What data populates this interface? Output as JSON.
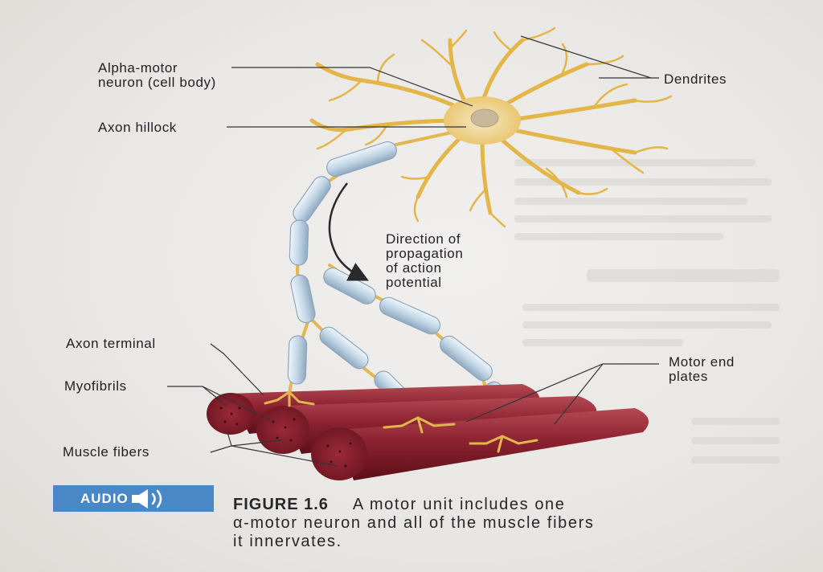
{
  "labels": {
    "alpha_motor_line1": "Alpha-motor",
    "alpha_motor_line2": "neuron (cell body)",
    "axon_hillock": "Axon hillock",
    "dendrites": "Dendrites",
    "direction_line1": "Direction of",
    "direction_line2": "propagation",
    "direction_line3": "of action",
    "direction_line4": "potential",
    "axon_terminal": "Axon terminal",
    "myofibrils": "Myofibrils",
    "muscle_fibers": "Muscle fibers",
    "motor_end_line1": "Motor end",
    "motor_end_line2": "plates"
  },
  "audio_button": {
    "label": "AUDIO",
    "icon": "speaker-icon"
  },
  "caption": {
    "figure_number": "FIGURE 1.6",
    "line1": "A motor unit includes one",
    "line2": "α-motor neuron and all of the muscle fibers",
    "line3": "it innervates."
  },
  "colors": {
    "neuron": "#e8b84a",
    "myelin": "#c4d7e6",
    "muscle": "#8a1f2a",
    "accent_button": "#4a87c7"
  }
}
